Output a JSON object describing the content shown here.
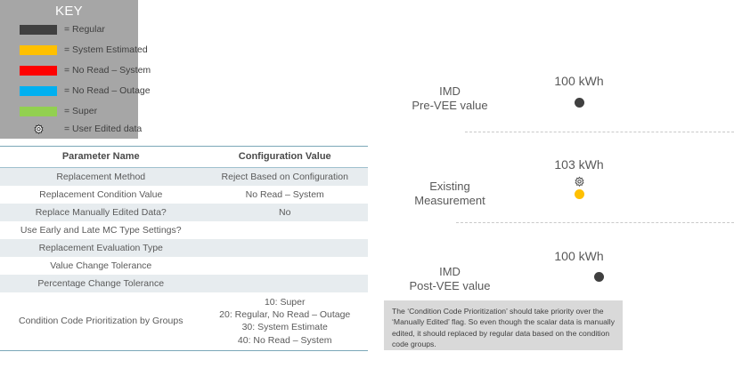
{
  "key": {
    "title": "KEY",
    "items": [
      {
        "type": "swatch",
        "color": "#404040",
        "label": "= Regular",
        "icon": "color-swatch"
      },
      {
        "type": "swatch",
        "color": "#ffc000",
        "label": "= System Estimated",
        "icon": "color-swatch"
      },
      {
        "type": "swatch",
        "color": "#ff0000",
        "label": "= No Read – System",
        "icon": "color-swatch"
      },
      {
        "type": "swatch",
        "color": "#00b0f0",
        "label": "= No Read – Outage",
        "icon": "color-swatch"
      },
      {
        "type": "swatch",
        "color": "#92d050",
        "label": "= Super",
        "icon": "color-swatch"
      },
      {
        "type": "gear",
        "color": "#ffffff",
        "label": "= User Edited data",
        "icon": "gear-icon"
      }
    ]
  },
  "table": {
    "headers": [
      "Parameter Name",
      "Configuration Value"
    ],
    "rows": [
      {
        "name": "Replacement Method",
        "value": "Reject Based on Configuration"
      },
      {
        "name": "Replacement Condition Value",
        "value": "No Read – System"
      },
      {
        "name": "Replace Manually Edited Data?",
        "value": "No"
      },
      {
        "name": "Use Early and Late MC Type Settings?",
        "value": ""
      },
      {
        "name": "Replacement Evaluation Type",
        "value": ""
      },
      {
        "name": "Value Change Tolerance",
        "value": ""
      },
      {
        "name": "Percentage Change Tolerance",
        "value": ""
      },
      {
        "name": "Condition Code Prioritization by Groups",
        "value": "10: Super\n20: Regular, No Read – Outage\n30: System Estimate\n40: No Read – System"
      }
    ]
  },
  "diagram": {
    "stages": [
      {
        "label": "IMD\nPre-VEE value",
        "value": "100 kWh",
        "dot_color": "#404040",
        "dot_name": "pre-vee-data-point",
        "has_gear": false
      },
      {
        "label": "Existing\nMeasurement",
        "value": "103 kWh",
        "dot_color": "#ffc000",
        "dot_name": "existing-measurement-data-point",
        "has_gear": true
      },
      {
        "label": "IMD\nPost-VEE value",
        "value": "100 kWh",
        "dot_color": "#404040",
        "dot_name": "post-vee-data-point",
        "has_gear": false
      }
    ]
  },
  "callout": {
    "text": "The ‘Condition Code Prioritization’ should take priority over the ‘Manually Edited’ flag.  So even though the scalar data is manually edited, it should replaced by regular data based on the condition code groups."
  }
}
